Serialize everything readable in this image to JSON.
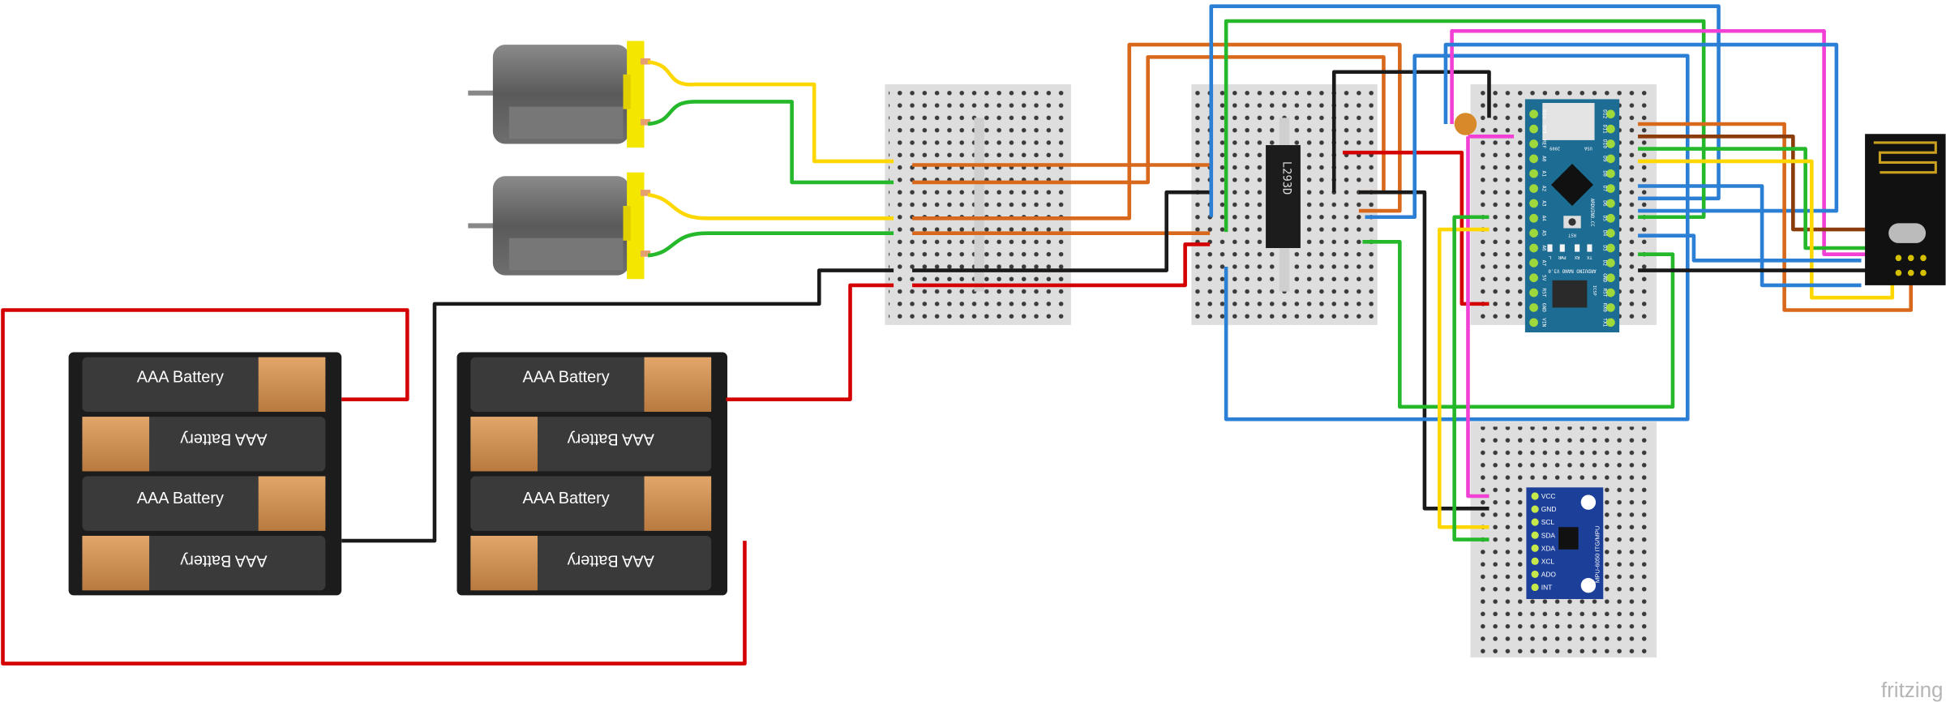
{
  "batteries": {
    "label": "AAA Battery",
    "packs": [
      {
        "cells": [
          "AAA Battery",
          "AAA Battery",
          "AAA Battery",
          "AAA Battery"
        ]
      },
      {
        "cells": [
          "AAA Battery",
          "AAA Battery",
          "AAA Battery",
          "AAA Battery"
        ]
      }
    ]
  },
  "driver_chip": {
    "label": "L293D"
  },
  "arduino": {
    "title": "ARDUINO NANO V3.0",
    "brand": "ARDUINO.CC",
    "left_pins": [
      "D13",
      "3V3",
      "REF",
      "A0",
      "A1",
      "A2",
      "A3",
      "A4",
      "A5",
      "A6",
      "A7",
      "5V",
      "RST",
      "GND",
      "VIN"
    ],
    "right_pins": [
      "D12",
      "D11",
      "D10",
      "D9",
      "D8",
      "D7",
      "D6",
      "D5",
      "D4",
      "D3",
      "D2",
      "GND",
      "RST",
      "RX0",
      "TX1"
    ],
    "leds": [
      "L",
      "PWR",
      "RX",
      "TX"
    ],
    "misc": [
      "2009",
      "USA",
      "RST",
      "ICSP"
    ]
  },
  "imu": {
    "title": "MPU-6050 ITG/MPU",
    "pins": [
      "VCC",
      "GND",
      "SCL",
      "SDA",
      "XDA",
      "XCL",
      "ADO",
      "INT"
    ]
  },
  "wire_colors": {
    "red": "#d40000",
    "black": "#1a1a1a",
    "orange": "#d8691c",
    "yellow": "#ffd700",
    "green": "#25b82a",
    "blue": "#2b7fd4",
    "pink": "#f23fd4",
    "brown": "#8a3d0b"
  },
  "watermark": "fritzing"
}
